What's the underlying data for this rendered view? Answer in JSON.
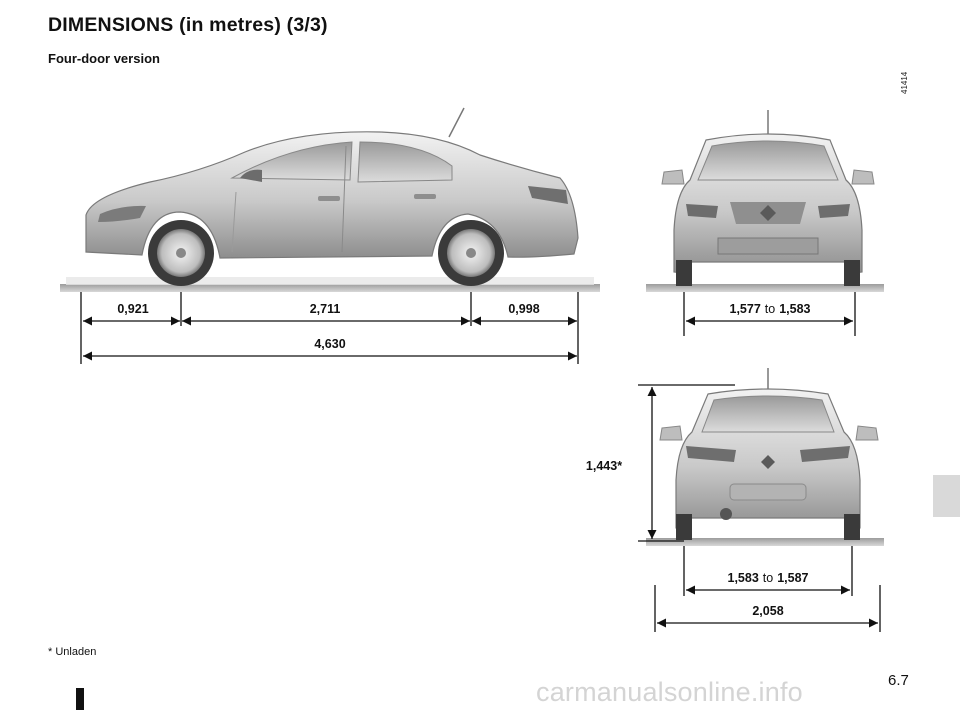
{
  "header": {
    "title": "DIMENSIONS (in metres) (3/3)",
    "subtitle": "Four-door version"
  },
  "image_ref": "41414",
  "dimensions": {
    "front_overhang": "0,921",
    "wheelbase": "2,711",
    "rear_overhang": "0,998",
    "overall_length": "4,630",
    "front_track_min": "1,577",
    "front_track_max": "1,583",
    "rear_track_min": "1,583",
    "rear_track_max": "1,587",
    "height": "1,443*",
    "width_with_mirrors": "2,058",
    "range_word": "to"
  },
  "footnote": "* Unladen",
  "page_number": "6.7",
  "watermark": "carmanualsonline.info"
}
